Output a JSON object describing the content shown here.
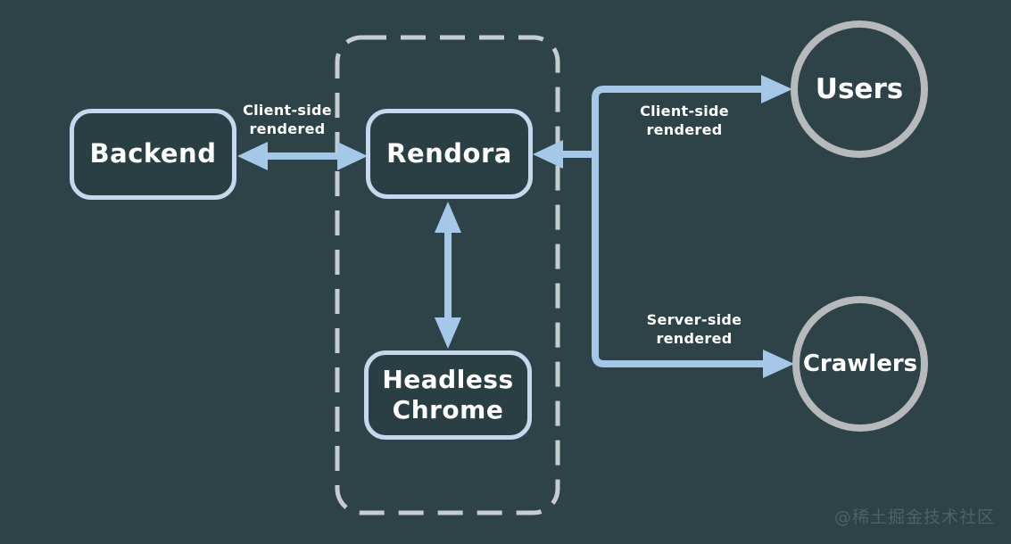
{
  "diagram": {
    "type": "architecture-flow",
    "nodes": {
      "backend": {
        "label": "Backend",
        "shape": "rounded-box"
      },
      "rendora": {
        "label": "Rendora",
        "shape": "rounded-box"
      },
      "headless_chrome": {
        "label": "Headless Chrome",
        "shape": "rounded-box"
      },
      "users": {
        "label": "Users",
        "shape": "circle"
      },
      "crawlers": {
        "label": "Crawlers",
        "shape": "circle"
      }
    },
    "container": {
      "style": "dashed-rounded-rect",
      "contains": [
        "rendora",
        "headless_chrome"
      ]
    },
    "edges": [
      {
        "from": "backend",
        "to": "rendora",
        "direction": "bidirectional",
        "label": "Client-side rendered"
      },
      {
        "from": "rendora",
        "to": "headless_chrome",
        "direction": "bidirectional",
        "label": ""
      },
      {
        "from": "rendora",
        "to": "users",
        "direction": "forward",
        "label": "Client-side rendered"
      },
      {
        "from": "rendora",
        "to": "crawlers",
        "direction": "forward",
        "label": "Server-side rendered"
      }
    ],
    "colors": {
      "background": "#2e4347",
      "node_fill": "#2a3f43",
      "node_border": "#c5d8ec",
      "arrow": "#a5c8e9",
      "dashed_border": "#c6ccd0",
      "circle_border": "#b6babc",
      "text": "#ffffff",
      "watermark": "#4e6164"
    },
    "watermark": "@稀土掘金技术社区"
  }
}
